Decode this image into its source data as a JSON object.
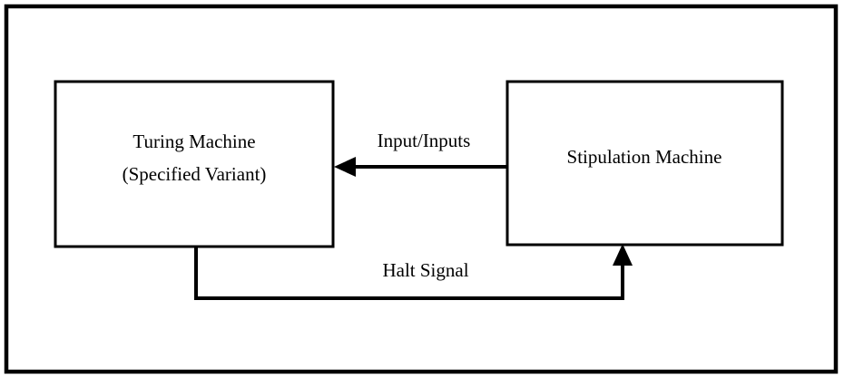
{
  "diagram": {
    "title_text": "",
    "background_color": "#ffffff",
    "line_color": "#000000",
    "frame": {
      "label": "outer-border"
    },
    "nodes": [
      {
        "id": "turing-machine",
        "line1": "Turing Machine",
        "line2": "(Specified Variant)"
      },
      {
        "id": "stipulation-machine",
        "line1": "Stipulation Machine",
        "line2": ""
      }
    ],
    "edges": [
      {
        "id": "input-edge",
        "label": "Input/Inputs",
        "from": "stipulation-machine",
        "to": "turing-machine",
        "direction": "right-to-left"
      },
      {
        "id": "halt-edge",
        "label": "Halt Signal",
        "from": "turing-machine",
        "to": "stipulation-machine",
        "direction": "bottom-loop-up"
      }
    ]
  }
}
